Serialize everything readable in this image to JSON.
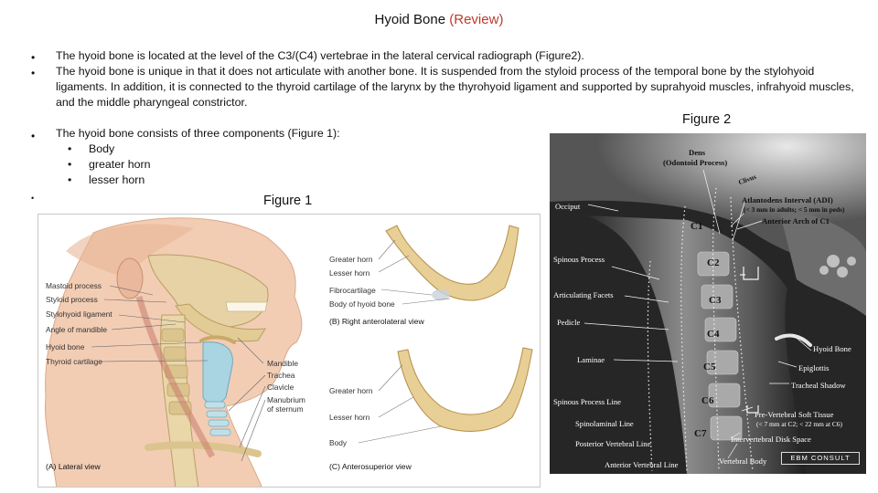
{
  "slide": {
    "title": "Hyoid Bone",
    "title_highlight": "(Review)",
    "highlight_color": "#c0392b",
    "bullets": [
      "The hyoid bone is located at the level of the C3/(C4) vertebrae in the lateral cervical radiograph (Figure2).",
      "The hyoid bone is unique in that it does not articulate with another bone. It is  suspended from the styloid process of the temporal bone by the stylohyoid ligaments. In addition, it is connected to the thyroid cartilage of the larynx by the thyrohyoid ligament and supported by suprahyoid muscles, infrahyoid muscles, and the middle pharyngeal constrictor.",
      "The hyoid bone consists of three components (Figure 1):"
    ],
    "components": [
      "Body",
      "greater horn",
      "lesser horn"
    ]
  },
  "figure1": {
    "caption": "Figure 1",
    "lateral_labels": [
      "Mastoid process",
      "Styloid process",
      "Stylohyoid ligament",
      "Angle of mandible",
      "Hyoid bone",
      "Thyroid cartilage"
    ],
    "right_labels": [
      "Mandible",
      "Trachea",
      "Clavicle",
      "Manubrium",
      "of sternum"
    ],
    "b_labels": [
      "Greater horn",
      "Lesser horn",
      "Fibrocartilage",
      "Body of hyoid bone"
    ],
    "c_labels": [
      "Greater horn",
      "Lesser horn",
      "Body"
    ],
    "view_a": "(A) Lateral view",
    "view_b": "(B) Right anterolateral view",
    "view_c": "(C) Anterosuperior view"
  },
  "figure2": {
    "caption": "Figure 2",
    "labels": {
      "dens": "Dens",
      "odontoid": "(Odontoid Process)",
      "clivus": "Clivus",
      "adi": "Atlantodens Interval (ADI)",
      "adi_note": "(< 3 mm in adults; < 5 mm in peds)",
      "arch": "Anterior Arch of C1",
      "occiput": "Occiput",
      "spinous_process": "Spinous Process",
      "articulating_facets": "Articulating Facets",
      "pedicle": "Pedicle",
      "laminae": "Laminae",
      "spinous_process_line": "Spinous Process Line",
      "spinolaminal_line": "Spinolaminal Line",
      "posterior_line": "Posterior Vertebral Line",
      "anterior_line": "Anterior Vertebral Line",
      "hyoid": "Hyoid Bone",
      "epiglottis": "Epiglottis",
      "tracheal": "Tracheal Shadow",
      "prevertebral": "Pre-Vertebral Soft Tissue",
      "prevertebral_note": "(< 7 mm at C2;  < 22 mm at C6)",
      "disk": "Intervertebral Disk Space",
      "body": "Vertebral Body"
    },
    "levels": [
      "C1",
      "C2",
      "C3",
      "C4",
      "C5",
      "C6",
      "C7"
    ],
    "brand": "EBM CONSULT"
  }
}
